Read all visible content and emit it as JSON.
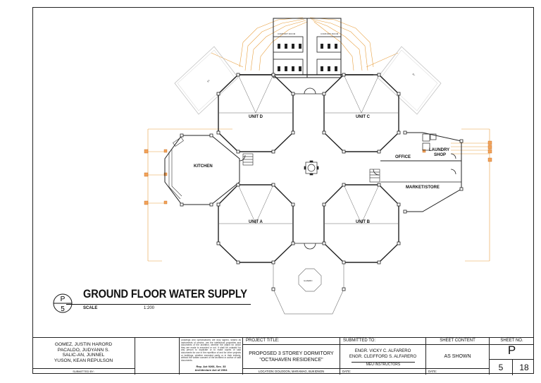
{
  "plan": {
    "rooms": {
      "unit_d": "UNIT D",
      "unit_c": "UNIT C",
      "unit_a": "UNIT A",
      "unit_b": "UNIT B",
      "kitchen": "KITCHEN",
      "office": "OFFICE",
      "laundry": "LAUNDRY\nSHOP",
      "market": "MARKET/STORE"
    },
    "small_text": {
      "comfort_left": "COMFORT ROOM",
      "comfort_right": "COMFORT ROOM",
      "tower_left": "SV",
      "tower_right": "SV",
      "gazebo": "GAZEBO"
    }
  },
  "caption": {
    "sheet_letter": "P",
    "sheet_number": "5",
    "title": "GROUND FLOOR WATER SUPPLY",
    "scale_label": "SCALE",
    "scale_value": "1:200"
  },
  "title_block": {
    "students": [
      "GOMEZ, JUSTIN HARORD",
      "PACALDO, JUDYANN S.",
      "SALIC-AN, JUNNEL",
      "YUSON, KEAN REPULSON"
    ],
    "submitted_by": "SUBMITTED BY:",
    "copyright_note": "Drawings and Specifications are duly signed, sealed as instruments of service, are the intellectual properties and documents of the architect, whether the object for which they are made is executed or not. It shall be unlawful for any person to duplicate or to make copies of said documents for use in the repetition of and for other projects or buildings, whether executed partly or in their entirety, without the written consent of the architect or author of said documents.",
    "ra_line1": "Rep. Act 9266, Sec. 33",
    "ra_line2": "Architecture Act of 2004",
    "project_title_label": "PROJECT TITLE:",
    "project_title_1": "PROPOSED 3 STOREY DORMITORY",
    "project_title_2": "\"OCTAHAVEN RESIDENCE\"",
    "location": "LOCATION: DOLOGON, MARAMAG, BUKIDNON",
    "submitted_to_label": "SUBMITTED TO:",
    "engr_1": "ENGR. VICKY C. ALFARERO",
    "engr_2": "ENGR. CLEIFFORD S. ALFARERO",
    "engr_role": "MEU INSTRUCTORS",
    "date_label_1": "DATE:",
    "sheet_content_label": "SHEET CONTENT",
    "sheet_content_value": "AS SHOWN",
    "date_label_2": "DATE:",
    "sheet_no_label": "SHEET NO.",
    "sheet_letter": "P",
    "sheet_index": "5",
    "sheet_total": "18"
  }
}
